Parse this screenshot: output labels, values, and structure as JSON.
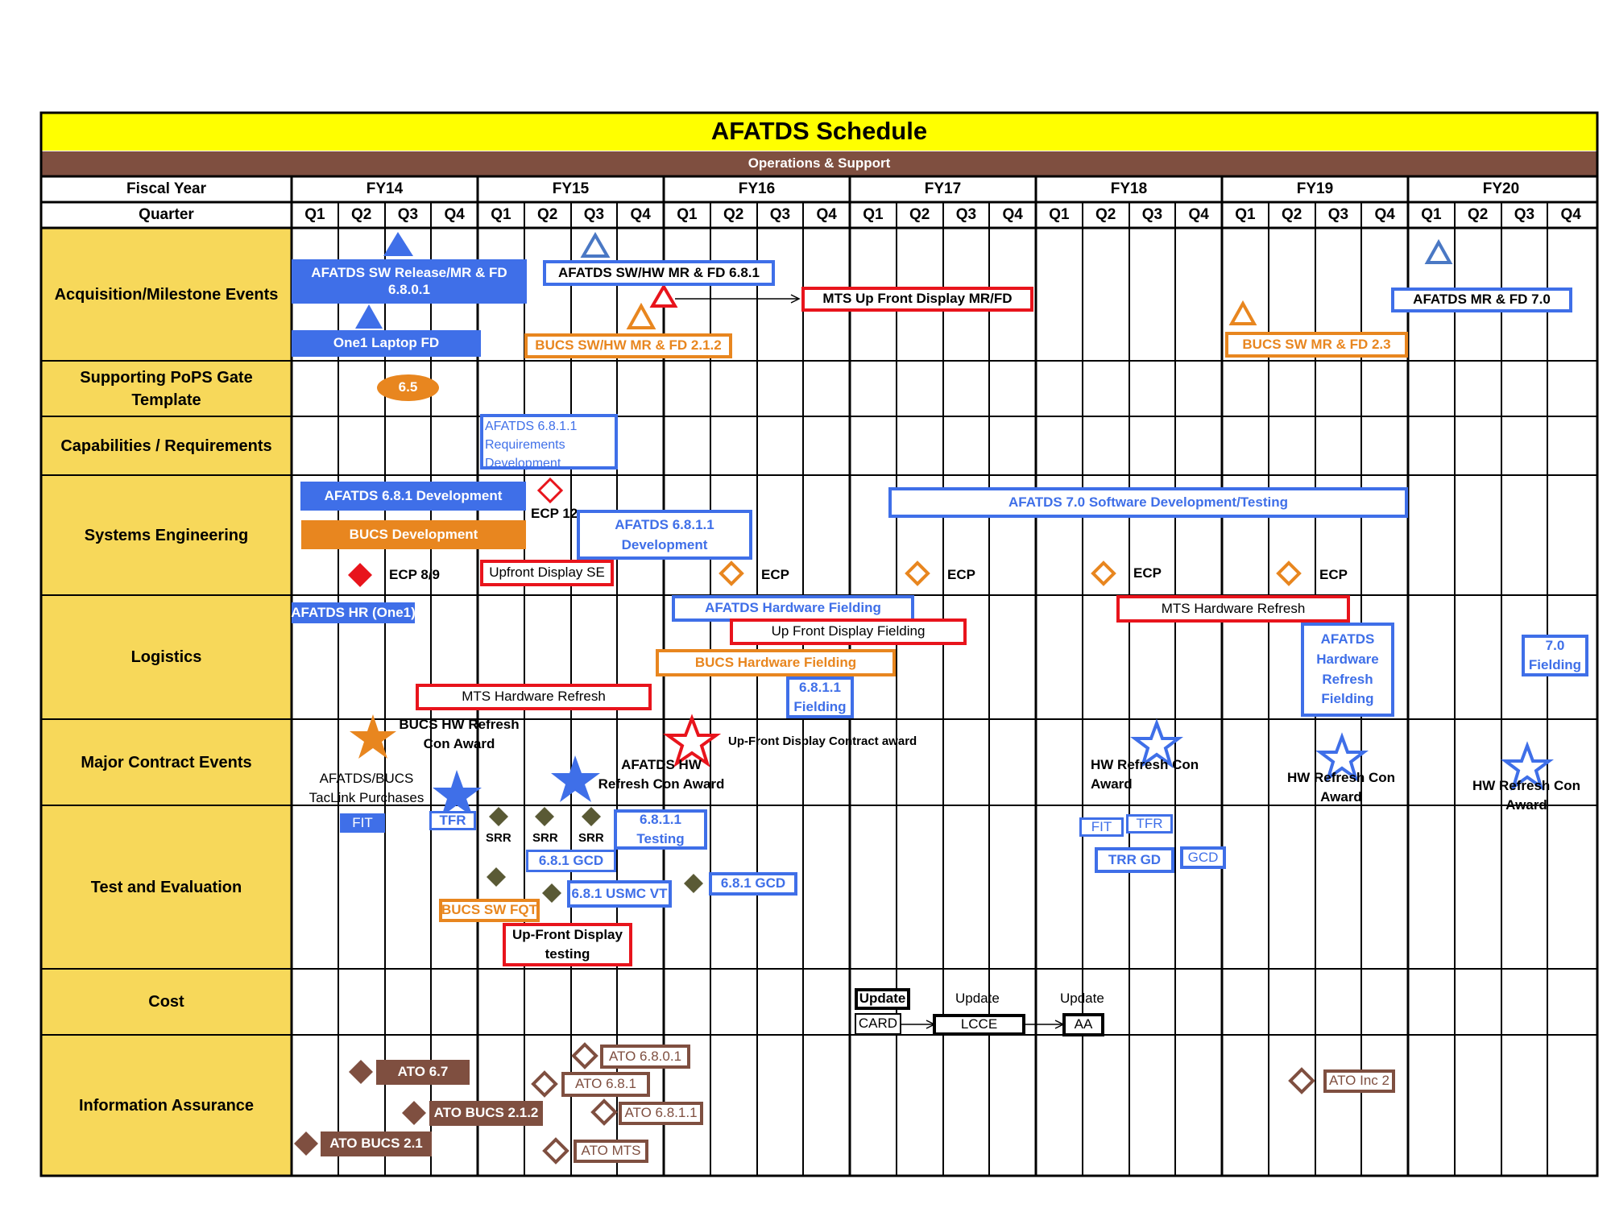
{
  "title": "AFATDS Schedule",
  "band": "Operations & Support",
  "colors": {
    "title_bg": "#ffff00",
    "band_bg": "#7f4f40",
    "label_bg": "#f7d85a",
    "blue": "#3f6fe8",
    "orange": "#e8861f",
    "red": "#e8141c",
    "brown": "#7f4f40",
    "olive": "#5a5a35"
  },
  "header": {
    "fiscal_year_label": "Fiscal Year",
    "quarter_label": "Quarter",
    "fiscal_years": [
      "FY14",
      "FY15",
      "FY16",
      "FY17",
      "FY18",
      "FY19",
      "FY20"
    ],
    "quarters": [
      "Q1",
      "Q2",
      "Q3",
      "Q4"
    ]
  },
  "rows": [
    "Acquisition/Milestone Events",
    "Supporting PoPS Gate Template",
    "Capabilities / Requirements",
    "Systems Engineering",
    "Logistics",
    "Major Contract Events",
    "Test and Evaluation",
    "Cost",
    "Information Assurance"
  ],
  "items": [
    {
      "id": "afatds-sw-release",
      "text": "AFATDS SW Release/MR & FD 6.8.0.1"
    },
    {
      "id": "one1-laptop-fd",
      "text": "One1 Laptop FD"
    },
    {
      "id": "afatds-swhw-681",
      "text": "AFATDS SW/HW MR & FD 6.8.1"
    },
    {
      "id": "mts-upfront-mrfd",
      "text": "MTS Up Front Display MR/FD"
    },
    {
      "id": "bucs-swhw-212",
      "text": "BUCS SW/HW MR & FD 2.1.2"
    },
    {
      "id": "bucs-sw-23",
      "text": "BUCS SW MR & FD 2.3"
    },
    {
      "id": "afatds-mrfd-70",
      "text": "AFATDS MR & FD 7.0"
    },
    {
      "id": "pops-65",
      "text": "6.5"
    },
    {
      "id": "req-6811",
      "text": "AFATDS 6.8.1.1 Requirements Development"
    },
    {
      "id": "dev-681",
      "text": "AFATDS 6.8.1 Development"
    },
    {
      "id": "bucs-dev",
      "text": "BUCS Development"
    },
    {
      "id": "ecp12",
      "text": "ECP 12"
    },
    {
      "id": "dev-6811",
      "text": "AFATDS 6.8.1.1 Development"
    },
    {
      "id": "afatds-70-dev",
      "text": "AFATDS 7.0 Software Development/Testing"
    },
    {
      "id": "ecp89",
      "text": "ECP 8/9"
    },
    {
      "id": "upfront-se",
      "text": "Upfront Display SE"
    },
    {
      "id": "ecp-fy16",
      "text": "ECP"
    },
    {
      "id": "ecp-fy17",
      "text": "ECP"
    },
    {
      "id": "ecp-fy18",
      "text": "ECP"
    },
    {
      "id": "ecp-fy19",
      "text": "ECP"
    },
    {
      "id": "afatds-hr-one1",
      "text": "AFATDS HR (One1)"
    },
    {
      "id": "afatds-hw-fielding",
      "text": "AFATDS Hardware Fielding"
    },
    {
      "id": "upfront-fielding",
      "text": "Up Front  Display Fielding"
    },
    {
      "id": "bucs-hw-fielding",
      "text": "BUCS Hardware Fielding"
    },
    {
      "id": "fielding-6811",
      "text": "6.8.1.1 Fielding"
    },
    {
      "id": "mts-hw-refresh-1",
      "text": "MTS Hardware Refresh"
    },
    {
      "id": "mts-hw-refresh-2",
      "text": "MTS Hardware Refresh"
    },
    {
      "id": "afatds-hw-refresh-fielding",
      "text": "AFATDS Hardware Refresh Fielding"
    },
    {
      "id": "fielding-70",
      "text": "7.0 Fielding"
    },
    {
      "id": "bucs-hw-refresh-con",
      "text": "BUCS HW Refresh Con Award"
    },
    {
      "id": "afatds-bucs-taclink",
      "text": "AFATDS/BUCS TacLink Purchases"
    },
    {
      "id": "afatds-hw-refresh-con",
      "text": "AFATDS HW Refresh Con Award"
    },
    {
      "id": "upfront-contract",
      "text": "Up-Front Display Contract award"
    },
    {
      "id": "hw-refresh-con-fy18",
      "text": "HW Refresh Con Award"
    },
    {
      "id": "hw-refresh-con-fy19",
      "text": "HW Refresh Con Award"
    },
    {
      "id": "hw-refresh-con-fy20",
      "text": "HW Refresh Con Award"
    },
    {
      "id": "fit-fy14",
      "text": "FIT"
    },
    {
      "id": "tfr-fy14",
      "text": "TFR"
    },
    {
      "id": "srr-1",
      "text": "SRR"
    },
    {
      "id": "srr-2",
      "text": "SRR"
    },
    {
      "id": "srr-3",
      "text": "SRR"
    },
    {
      "id": "testing-6811",
      "text": "6.8.1.1 Testing"
    },
    {
      "id": "gcd-681-a",
      "text": "6.8.1 GCD"
    },
    {
      "id": "usmc-vt",
      "text": "6.8.1 USMC VT"
    },
    {
      "id": "gcd-681-b",
      "text": "6.8.1 GCD"
    },
    {
      "id": "bucs-sw-fqt",
      "text": "BUCS SW FQT"
    },
    {
      "id": "upfront-testing",
      "text": "Up-Front Display testing"
    },
    {
      "id": "fit-fy18",
      "text": "FIT"
    },
    {
      "id": "tfr-fy18",
      "text": "TFR"
    },
    {
      "id": "trr-gd",
      "text": "TRR GD"
    },
    {
      "id": "gcd-fy18",
      "text": "GCD"
    },
    {
      "id": "cost-update-1",
      "text": "Update"
    },
    {
      "id": "cost-card",
      "text": "CARD"
    },
    {
      "id": "cost-update-2",
      "text": "Update"
    },
    {
      "id": "cost-lcce",
      "text": "LCCE"
    },
    {
      "id": "cost-update-3",
      "text": "Update"
    },
    {
      "id": "cost-aa",
      "text": "AA"
    },
    {
      "id": "ato-67",
      "text": "ATO 6.7"
    },
    {
      "id": "ato-bucs-212",
      "text": "ATO BUCS 2.1.2"
    },
    {
      "id": "ato-bucs-21",
      "text": "ATO BUCS 2.1"
    },
    {
      "id": "ato-6801",
      "text": "ATO 6.8.0.1"
    },
    {
      "id": "ato-681",
      "text": "ATO 6.8.1"
    },
    {
      "id": "ato-6811",
      "text": "ATO 6.8.1.1"
    },
    {
      "id": "ato-mts",
      "text": "ATO MTS"
    },
    {
      "id": "ato-inc2",
      "text": "ATO Inc 2"
    }
  ]
}
